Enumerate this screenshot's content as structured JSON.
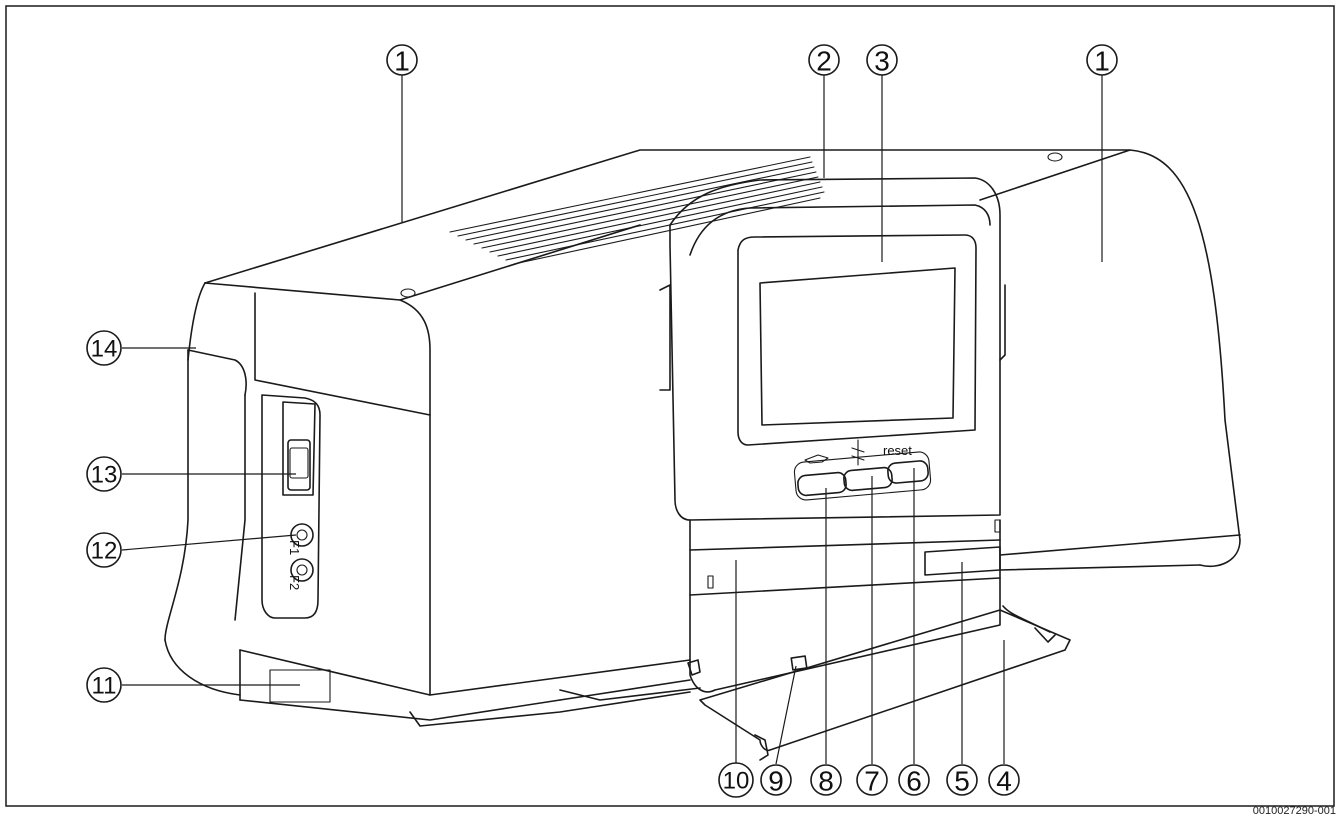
{
  "figure": {
    "doc_id": "0010027290-001",
    "button_reset_label": "reset",
    "fuse_labels": [
      "F1",
      "F2"
    ],
    "callouts": [
      {
        "num": "1",
        "name": "callout-1-left"
      },
      {
        "num": "2",
        "name": "callout-2"
      },
      {
        "num": "3",
        "name": "callout-3"
      },
      {
        "num": "1",
        "name": "callout-1-right"
      },
      {
        "num": "14",
        "name": "callout-14"
      },
      {
        "num": "13",
        "name": "callout-13"
      },
      {
        "num": "12",
        "name": "callout-12"
      },
      {
        "num": "11",
        "name": "callout-11"
      },
      {
        "num": "10",
        "name": "callout-10"
      },
      {
        "num": "9",
        "name": "callout-9"
      },
      {
        "num": "8",
        "name": "callout-8"
      },
      {
        "num": "7",
        "name": "callout-7"
      },
      {
        "num": "6",
        "name": "callout-6"
      },
      {
        "num": "5",
        "name": "callout-5"
      },
      {
        "num": "4",
        "name": "callout-4"
      }
    ]
  }
}
